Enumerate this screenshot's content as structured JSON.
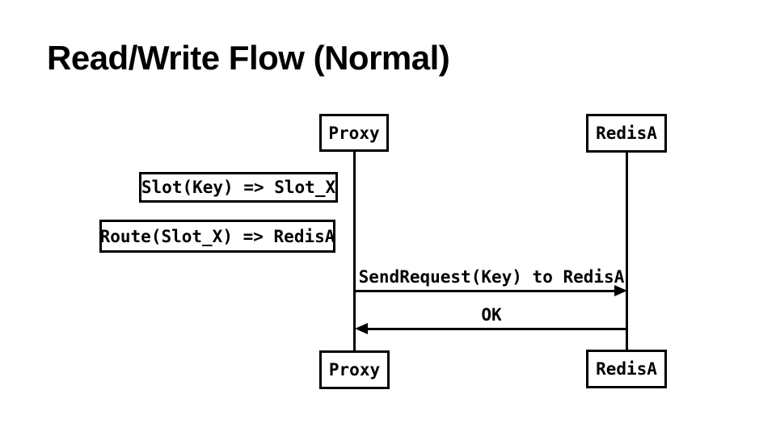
{
  "slide": {
    "title": "Read/Write Flow (Normal)",
    "background": "#ffffff"
  },
  "diagram": {
    "type": "sequence",
    "colors": {
      "line": "#000000",
      "text": "#000000",
      "box_fill": "#ffffff"
    },
    "actors": [
      {
        "id": "proxy",
        "label": "Proxy"
      },
      {
        "id": "redis_a",
        "label": "RedisA"
      }
    ],
    "notes": [
      {
        "label": "Slot(Key) => Slot_X"
      },
      {
        "label": "Route(Slot_X) => RedisA"
      }
    ],
    "messages": [
      {
        "from": "proxy",
        "to": "redis_a",
        "direction": "right",
        "label": "SendRequest(Key) to RedisA"
      },
      {
        "from": "redis_a",
        "to": "proxy",
        "direction": "left",
        "label": "OK"
      }
    ]
  }
}
